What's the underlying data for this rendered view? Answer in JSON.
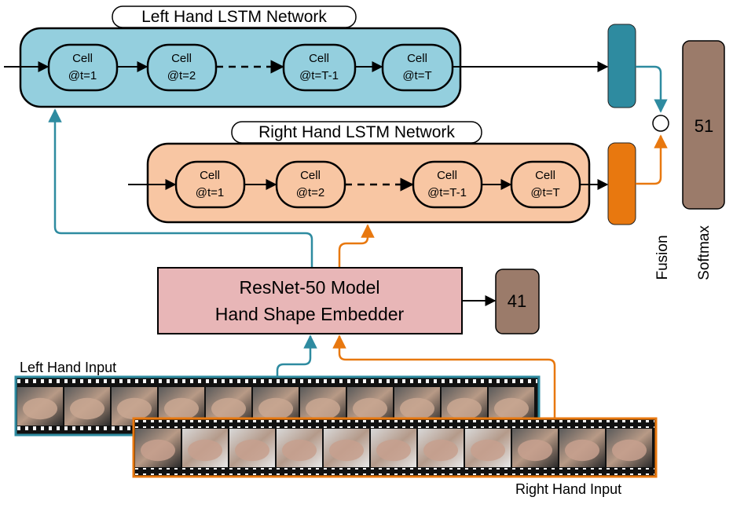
{
  "left_network": {
    "title": "Left Hand LSTM Network",
    "cells": [
      {
        "line1": "Cell",
        "line2": "@t=1"
      },
      {
        "line1": "Cell",
        "line2": "@t=2"
      },
      {
        "line1": "Cell",
        "line2": "@t=T-1"
      },
      {
        "line1": "Cell",
        "line2": "@t=T"
      }
    ]
  },
  "right_network": {
    "title": "Right Hand LSTM Network",
    "cells": [
      {
        "line1": "Cell",
        "line2": "@t=1"
      },
      {
        "line1": "Cell",
        "line2": "@t=2"
      },
      {
        "line1": "Cell",
        "line2": "@t=T-1"
      },
      {
        "line1": "Cell",
        "line2": "@t=T"
      }
    ]
  },
  "embedder": {
    "line1": "ResNet-50 Model",
    "line2": "Hand Shape Embedder"
  },
  "embedder_output": "41",
  "softmax": {
    "value": "51",
    "label": "Softmax"
  },
  "fusion_label": "Fusion",
  "left_input_label": "Left Hand Input",
  "right_input_label": "Right Hand Input",
  "colors": {
    "left": "#2e8ba0",
    "left_bg": "#94cfde",
    "right": "#e8780f",
    "right_bg": "#f8c6a3",
    "embedder_bg": "#e8b6b7",
    "brown": "#9b7b6a"
  }
}
